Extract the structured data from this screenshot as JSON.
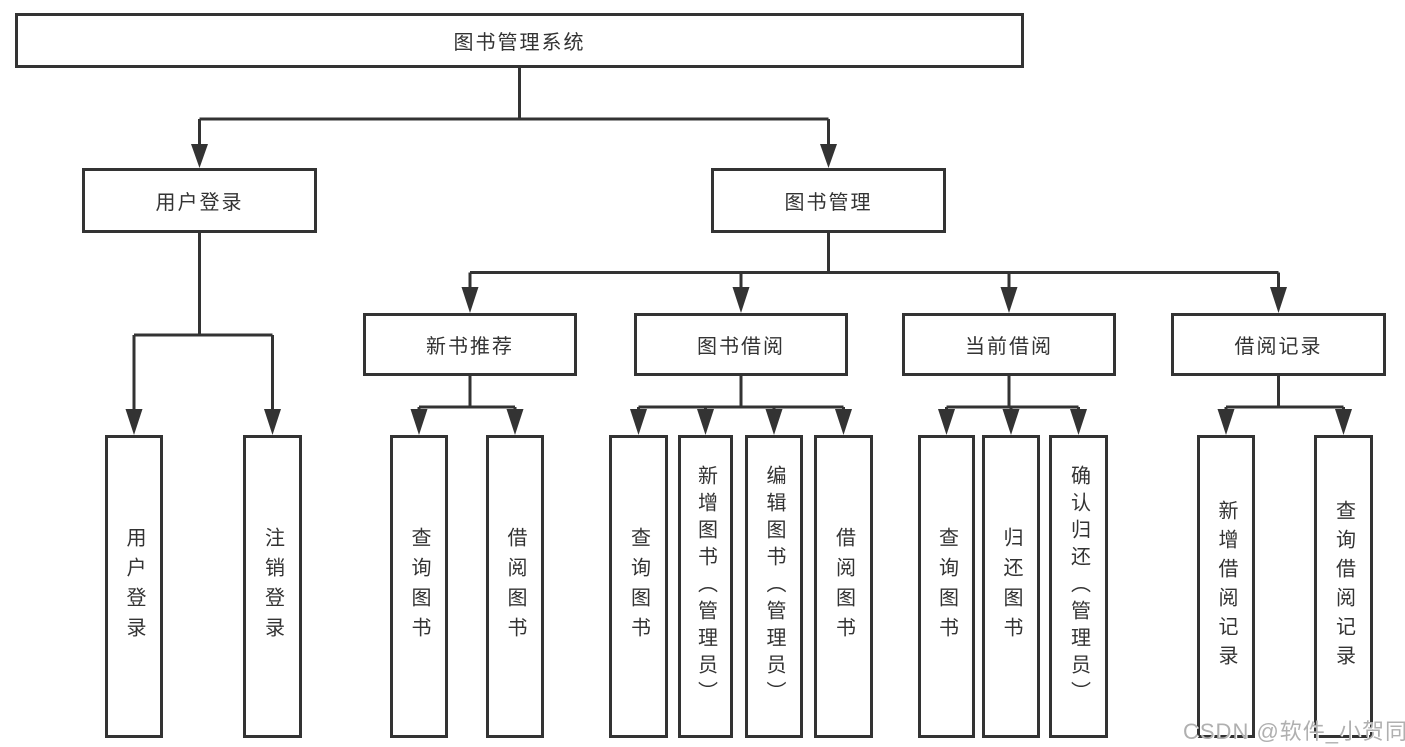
{
  "diagram_type": "hierarchy-tree",
  "tree": {
    "label": "图书管理系统",
    "children": [
      {
        "label": "用户登录",
        "children": [
          {
            "label": "用户登录"
          },
          {
            "label": "注销登录"
          }
        ]
      },
      {
        "label": "图书管理",
        "children": [
          {
            "label": "新书推荐",
            "children": [
              {
                "label": "查询图书"
              },
              {
                "label": "借阅图书"
              }
            ]
          },
          {
            "label": "图书借阅",
            "children": [
              {
                "label": "查询图书"
              },
              {
                "label": "新增图书（管理员）"
              },
              {
                "label": "编辑图书（管理员）"
              },
              {
                "label": "借阅图书"
              }
            ]
          },
          {
            "label": "当前借阅",
            "children": [
              {
                "label": "查询图书"
              },
              {
                "label": "归还图书"
              },
              {
                "label": "确认归还（管理员）"
              }
            ]
          },
          {
            "label": "借阅记录",
            "children": [
              {
                "label": "新增借阅记录"
              },
              {
                "label": "查询借阅记录"
              }
            ]
          }
        ]
      }
    ]
  },
  "watermark": "CSDN @软件_小贺同学",
  "colors": {
    "line": "#333333",
    "box_border": "#333333",
    "text": "#333333",
    "background": "#ffffff",
    "watermark_text": "#b0b0b0"
  }
}
